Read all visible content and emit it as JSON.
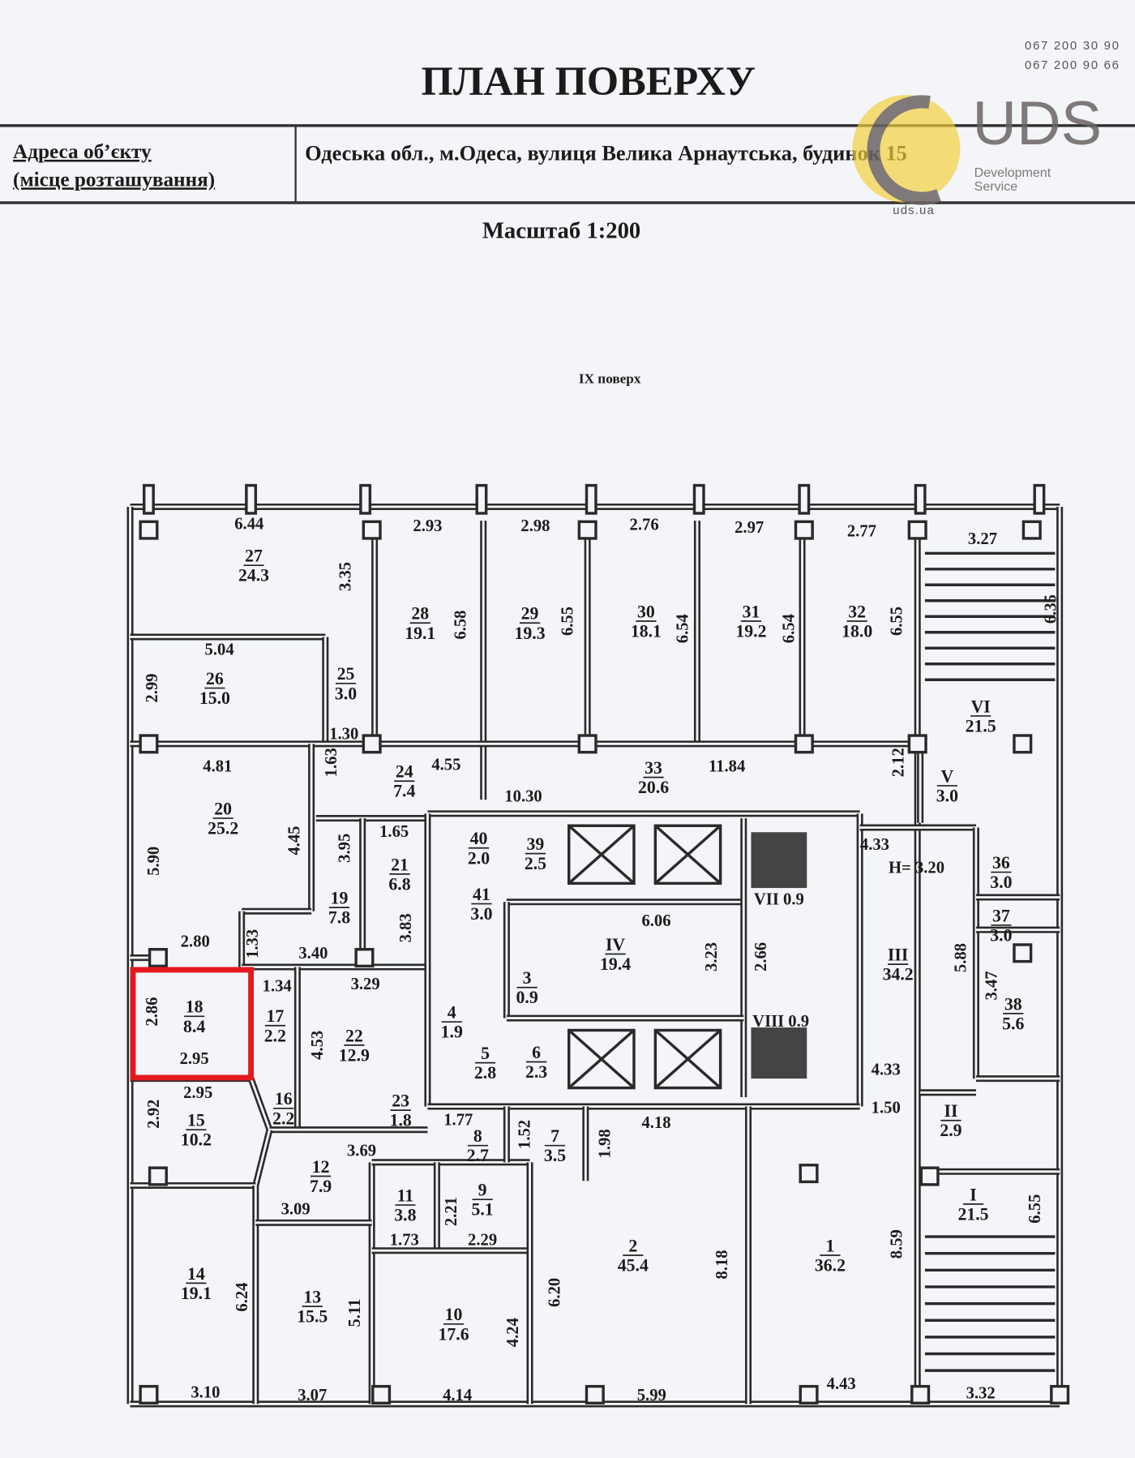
{
  "header": {
    "title": "ПЛАН ПОВЕРХУ",
    "address_label_line1": "Адреса об’єкту",
    "address_label_line2": "(місце розташування)",
    "address_value": "Одеська обл., м.Одеса, вулиця Велика Арнаутська, будинок 15",
    "scale": "Масштаб 1:200",
    "floor": "IX поверх"
  },
  "branding": {
    "phone1": "067 200 30 90",
    "phone2": "067 200 90 66",
    "logo_text": "UDS",
    "logo_sub1": "Development",
    "logo_sub2": "Service",
    "website": "uds.ua",
    "accent_color": "#f2cf3a",
    "logo_gray": "#6b6464"
  },
  "highlight": {
    "room": "18",
    "color": "#e3191f"
  },
  "rooms": [
    {
      "num": "27",
      "area": "24.3"
    },
    {
      "num": "26",
      "area": "15.0"
    },
    {
      "num": "25",
      "area": "3.0"
    },
    {
      "num": "28",
      "area": "19.1"
    },
    {
      "num": "29",
      "area": "19.3"
    },
    {
      "num": "30",
      "area": "18.1"
    },
    {
      "num": "31",
      "area": "19.2"
    },
    {
      "num": "32",
      "area": "18.0"
    },
    {
      "num": "VI",
      "area": "21.5"
    },
    {
      "num": "24",
      "area": "7.4"
    },
    {
      "num": "33",
      "area": "20.6"
    },
    {
      "num": "V",
      "area": "3.0"
    },
    {
      "num": "20",
      "area": "25.2"
    },
    {
      "num": "21",
      "area": "6.8"
    },
    {
      "num": "40",
      "area": "2.0"
    },
    {
      "num": "39",
      "area": "2.5"
    },
    {
      "num": "36",
      "area": "3.0"
    },
    {
      "num": "19",
      "area": "7.8"
    },
    {
      "num": "41",
      "area": "3.0"
    },
    {
      "num": "IV",
      "area": "19.4"
    },
    {
      "num": "III",
      "area": "34.2"
    },
    {
      "num": "37",
      "area": "3.0"
    },
    {
      "num": "18",
      "area": "8.4"
    },
    {
      "num": "17",
      "area": "2.2"
    },
    {
      "num": "22",
      "area": "12.9"
    },
    {
      "num": "3",
      "area": "0.9"
    },
    {
      "num": "4",
      "area": "1.9"
    },
    {
      "num": "38",
      "area": "5.6"
    },
    {
      "num": "6",
      "area": "2.3"
    },
    {
      "num": "5",
      "area": "2.8"
    },
    {
      "num": "15",
      "area": "10.2"
    },
    {
      "num": "16",
      "area": "2.2"
    },
    {
      "num": "23",
      "area": "1.8"
    },
    {
      "num": "8",
      "area": "2.7"
    },
    {
      "num": "7",
      "area": "3.5"
    },
    {
      "num": "II",
      "area": "2.9"
    },
    {
      "num": "12",
      "area": "7.9"
    },
    {
      "num": "11",
      "area": "3.8"
    },
    {
      "num": "9",
      "area": "5.1"
    },
    {
      "num": "I",
      "area": "21.5"
    },
    {
      "num": "14",
      "area": "19.1"
    },
    {
      "num": "13",
      "area": "15.5"
    },
    {
      "num": "10",
      "area": "17.6"
    },
    {
      "num": "2",
      "area": "45.4"
    },
    {
      "num": "1",
      "area": "36.2"
    }
  ],
  "dimensions_horizontal": [
    "6.44",
    "2.93",
    "2.98",
    "2.76",
    "2.97",
    "2.77",
    "3.27",
    "5.04",
    "1.30",
    "4.81",
    "4.55",
    "11.84",
    "10.30",
    "1.65",
    "4.33",
    "H= 3.20",
    "6.06",
    "2.80",
    "3.40",
    "1.34",
    "3.29",
    "VII  0.9",
    "VIII  0.9",
    "2.95",
    "2.95",
    "4.33",
    "1.50",
    "4.18",
    "1.77",
    "3.69",
    "3.09",
    "1.73",
    "2.29",
    "3.10",
    "3.07",
    "4.14",
    "5.99",
    "4.43",
    "3.32"
  ],
  "dimensions_vertical": [
    "3.35",
    "6.58",
    "6.55",
    "6.54",
    "6.54",
    "6.55",
    "6.35",
    "2.99",
    "1.63",
    "2.12",
    "5.90",
    "4.45",
    "3.95",
    "3.83",
    "1.33",
    "5.88",
    "3.23",
    "2.66",
    "3.47",
    "2.86",
    "4.53",
    "2.92",
    "1.52",
    "1.98",
    "2.21",
    "6.24",
    "5.11",
    "4.24",
    "6.20",
    "8.18",
    "8.59",
    "6.55"
  ]
}
